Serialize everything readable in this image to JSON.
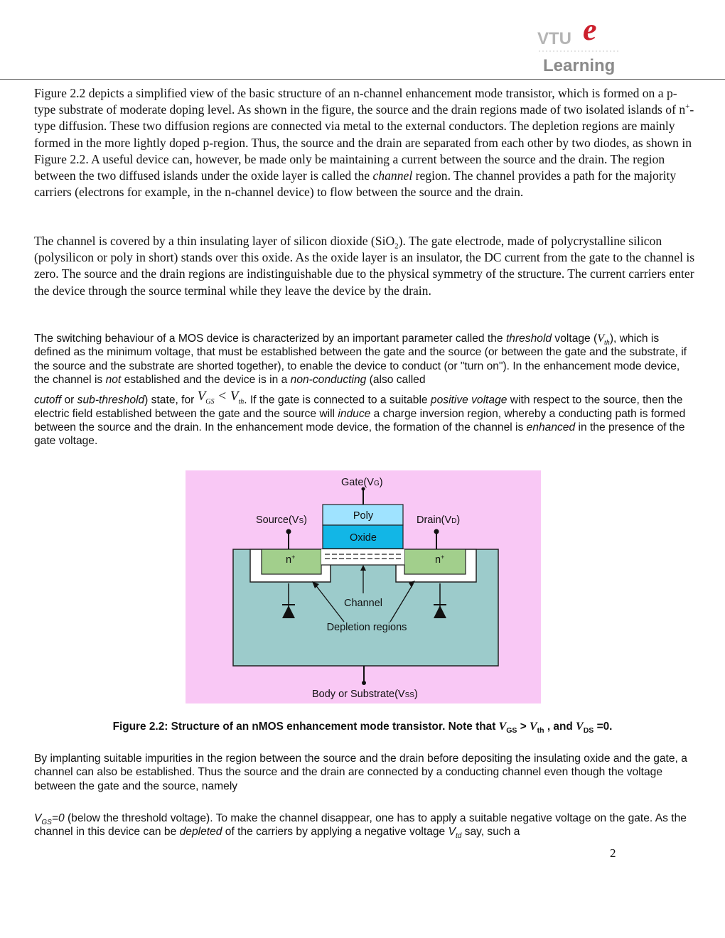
{
  "header": {
    "logo": {
      "line1": "VTU",
      "line2": "Learning",
      "mark": "e"
    }
  },
  "body": {
    "p1": {
      "part1": "Figure 2.2 depicts a simplified view of the basic structure of an n-channel  enhancement mode transistor, which is formed on a p-type substrate of moderate doping level. As shown in the figure, the source and the drain regions made of two isolated islands of n",
      "sup1": "+",
      "part2": "-type diffusion. These two diffusion regions are connected via metal to the external conductors. The depletion regions are mainly formed in the more lightly doped p-region. Thus, the source and the drain are separated from each other by two diodes, as shown in Figure 2.2. A useful device can, however, be made only be maintaining a current between the source and the drain.  The region between the two diffused islands under the oxide layer is called the ",
      "em1": "channel",
      "part3": " region. The channel provides a path for the majority carriers (electrons for example, in the n-channel device) to flow between the source and the drain."
    },
    "p2": {
      "part1": "The channel is covered by a thin insulating layer of silicon dioxide (SiO",
      "sub1": "2",
      "part2": "). The gate electrode, made of polycrystalline silicon (polysilicon or poly in short) stands over this oxide. As the oxide layer is an insulator, the DC current from the gate to the channel is zero. The source and the drain regions are indistinguishable due to the physical symmetry of the structure. The current carriers enter the device through the source terminal while they leave the device by the drain."
    },
    "p3": {
      "t1": "The switching behaviour of a MOS device is characterized by an important parameter called the ",
      "em1": "threshold",
      "t2": " voltage (",
      "v1": "V",
      "v1sub": "th",
      "t3": "), which is defined as the minimum voltage, that must be established between the gate and the source (or between the gate and the substrate, if the source and the substrate are shorted together), to enable the device to conduct (or \"turn on\"). In the enhancement mode device, the channel is ",
      "em2": "not",
      "t4": " established and the device is in a ",
      "em3": "non-conducting",
      "t5": " (also called ",
      "em4": "cutoff",
      "t6": " or ",
      "em5": "sub-threshold",
      "t7": ") state, for ",
      "m1": "V",
      "m1sub": "GS",
      "m2": " < ",
      "m3": "V",
      "m3sub": "th",
      "t8": ". If the gate is connected to a suitable ",
      "em6": "positive voltage",
      "t9": " with respect to the source, then the electric field established between the gate and the source will ",
      "em7": "induce",
      "t10": " a charge inversion region, whereby a conducting path is formed between the source and the drain. In the enhancement mode device, the formation of the channel is ",
      "em8": "enhanced",
      "t11": " in the presence of the gate voltage."
    },
    "caption": {
      "c1": "Figure 2.2: Structure of an nMOS enhancement mode transistor. Note that ",
      "v1": "V",
      "v1sub": "GS",
      "c2": " > ",
      "v2": "V",
      "v2sub": "th",
      "c3": " , and ",
      "v3": "V",
      "v3sub": "DS",
      "c4": " =0."
    },
    "p4": {
      "text": "By implanting suitable impurities in the region between the source and the drain before depositing the insulating oxide and the gate, a channel can also be established. Thus the source and the drain are connected by a conducting channel even though the voltage between the gate and the source, namely"
    },
    "p5": {
      "m1": "V",
      "m1sub": "GS",
      "m2": "=0",
      "t1": " (below the threshold voltage). To make the channel disappear, one has to apply a suitable negative voltage on the gate. As the channel in this device can be ",
      "em1": "depleted",
      "t2": " of the carriers by applying a negative voltage ",
      "m3": "V",
      "m3sub": "td",
      "t3": " say, such a"
    }
  },
  "figure": {
    "gate": {
      "label": "Gate(V",
      "sub": "G",
      "close": ")"
    },
    "source": {
      "label": "Source(V",
      "sub": "S",
      "close": ")"
    },
    "drain": {
      "label": "Drain(V",
      "sub": "D",
      "close": ")"
    },
    "poly": "Poly",
    "oxide": "Oxide",
    "nplus_left": "n",
    "nplus_right": "n",
    "nplus_sup": "+",
    "channel": "Channel",
    "depletion": "Depletion regions",
    "body": {
      "label": "Body or Substrate(V",
      "sub": "SS",
      "close": ")"
    },
    "colors": {
      "background": "#f9c8f5",
      "substrate": "#9ccbcb",
      "poly": "#9fe3ff",
      "oxide": "#12b6e6",
      "nplus": "#a2cf8c"
    }
  },
  "footer": {
    "page_number": "2"
  }
}
